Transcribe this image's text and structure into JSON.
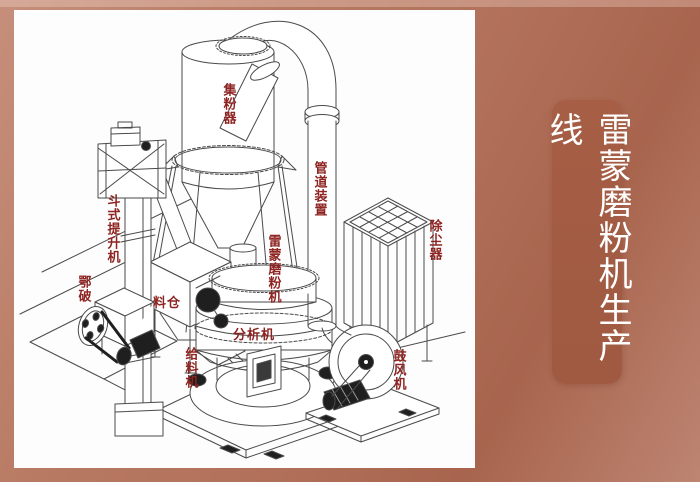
{
  "banner": {
    "text": "雷蒙磨粉机生产线"
  },
  "diagram": {
    "labels": {
      "collector": "集粉器",
      "pipe_device": "管道装置",
      "bucket_elevator": "斗式提升机",
      "jaw_crusher": "鄂破",
      "silo": "料仓",
      "feeder": "给料机",
      "analyzer": "分析机",
      "raymond_mill": "雷蒙磨粉机",
      "dust_collector": "除尘器",
      "blower": "鼓风机"
    }
  },
  "colors": {
    "label": "#8e2522",
    "banner_bg": "#a05a42",
    "banner_text": "#ffffff",
    "bg_light": "#c68f7b",
    "bg_mid": "#b1705a",
    "bg_dark": "#a8644d",
    "bg_corner": "#bd8572",
    "line": "#4a4a4a",
    "panel_bg": "#fdfdfd"
  }
}
